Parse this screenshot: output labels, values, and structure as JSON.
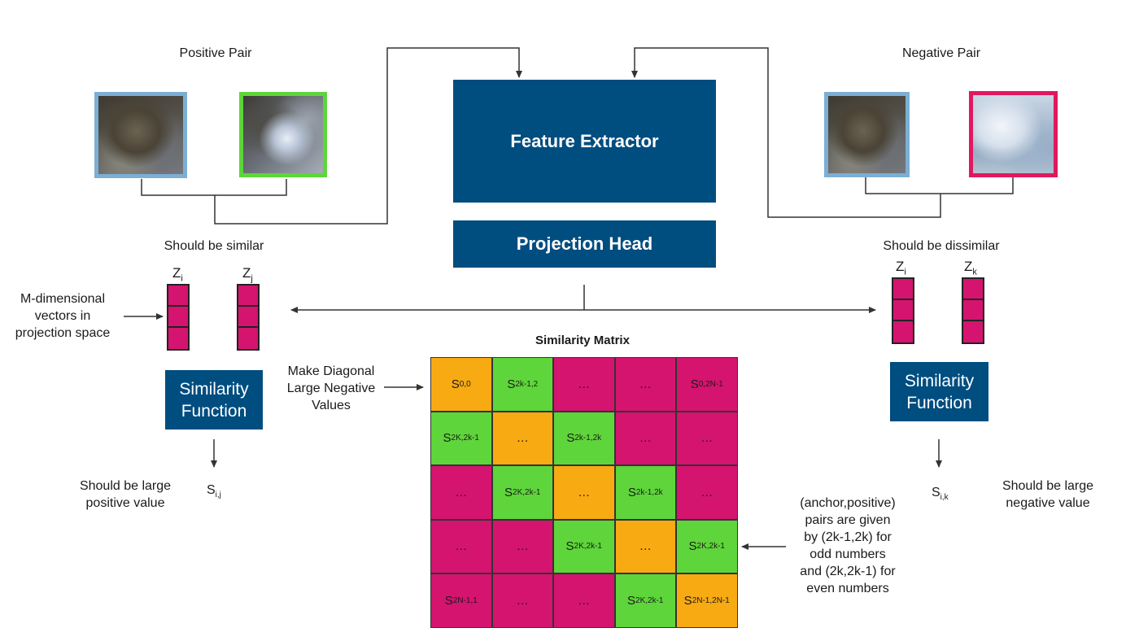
{
  "colors": {
    "box_blue": "#004d80",
    "magenta": "#d4146f",
    "green": "#5ed53a",
    "orange": "#f7aa12",
    "anchor_border": "#7bafd4",
    "positive_border": "#5ed53a",
    "negative_border": "#e0185f"
  },
  "labels": {
    "positive_pair": "Positive Pair",
    "negative_pair": "Negative Pair",
    "feature_extractor": "Feature Extractor",
    "projection_head": "Projection Head",
    "should_be_similar": "Should be similar",
    "should_be_dissimilar": "Should be dissimilar",
    "m_dimensional": "M-dimensional\nvectors in\nprojection space",
    "similarity_function_left": "Similarity\nFunction",
    "similarity_function_right": "Similarity\nFunction",
    "should_be_large_positive": "Should be large\npositive value",
    "should_be_large_negative": "Should be large\nnegative value",
    "similarity_matrix": "Similarity Matrix",
    "make_diagonal": "Make Diagonal\nLarge Negative\nValues",
    "pairs_note": "(anchor,positive)\npairs are given\nby (2k-1,2k) for\nodd numbers\nand (2k,2k-1) for\neven numbers"
  },
  "vectors": {
    "zi_left": {
      "base": "Z",
      "sub": "i"
    },
    "zj": {
      "base": "Z",
      "sub": "j"
    },
    "zi_right": {
      "base": "Z",
      "sub": "i"
    },
    "zk": {
      "base": "Z",
      "sub": "k"
    }
  },
  "scores": {
    "sij": {
      "base": "S",
      "sub": "i,j"
    },
    "sik": {
      "base": "S",
      "sub": "i,k"
    }
  },
  "matrix": {
    "rows": [
      [
        {
          "c": "orange",
          "t": "S",
          "s": "0,0"
        },
        {
          "c": "green",
          "t": "S",
          "s": "2k-1,2"
        },
        {
          "c": "magenta",
          "t": "…",
          "s": ""
        },
        {
          "c": "magenta",
          "t": "…",
          "s": ""
        },
        {
          "c": "magenta",
          "t": "S",
          "s": "0,2N-1"
        }
      ],
      [
        {
          "c": "green",
          "t": "S",
          "s": "2K,2k-1"
        },
        {
          "c": "orange",
          "t": "…",
          "s": ""
        },
        {
          "c": "green",
          "t": "S",
          "s": "2k-1,2k"
        },
        {
          "c": "magenta",
          "t": "…",
          "s": ""
        },
        {
          "c": "magenta",
          "t": "…",
          "s": ""
        }
      ],
      [
        {
          "c": "magenta",
          "t": "…",
          "s": ""
        },
        {
          "c": "green",
          "t": "S",
          "s": "2K,2k-1"
        },
        {
          "c": "orange",
          "t": "…",
          "s": ""
        },
        {
          "c": "green",
          "t": "S",
          "s": "2k-1,2k"
        },
        {
          "c": "magenta",
          "t": "…",
          "s": ""
        }
      ],
      [
        {
          "c": "magenta",
          "t": "…",
          "s": ""
        },
        {
          "c": "magenta",
          "t": "…",
          "s": ""
        },
        {
          "c": "green",
          "t": "S",
          "s": "2K,2k-1"
        },
        {
          "c": "orange",
          "t": "…",
          "s": ""
        },
        {
          "c": "green",
          "t": "S",
          "s": "2K,2k-1"
        }
      ],
      [
        {
          "c": "magenta",
          "t": "S",
          "s": "2N-1,1"
        },
        {
          "c": "magenta",
          "t": "…",
          "s": ""
        },
        {
          "c": "magenta",
          "t": "…",
          "s": ""
        },
        {
          "c": "green",
          "t": "S",
          "s": "2K,2k-1"
        },
        {
          "c": "orange",
          "t": "S",
          "s": "2N-1,2N-1"
        }
      ]
    ]
  },
  "images": [
    {
      "name": "positive-anchor-image",
      "border": "anchor_border"
    },
    {
      "name": "positive-augmented-image",
      "border": "positive_border"
    },
    {
      "name": "negative-anchor-image",
      "border": "anchor_border"
    },
    {
      "name": "negative-sample-image",
      "border": "negative_border"
    }
  ]
}
